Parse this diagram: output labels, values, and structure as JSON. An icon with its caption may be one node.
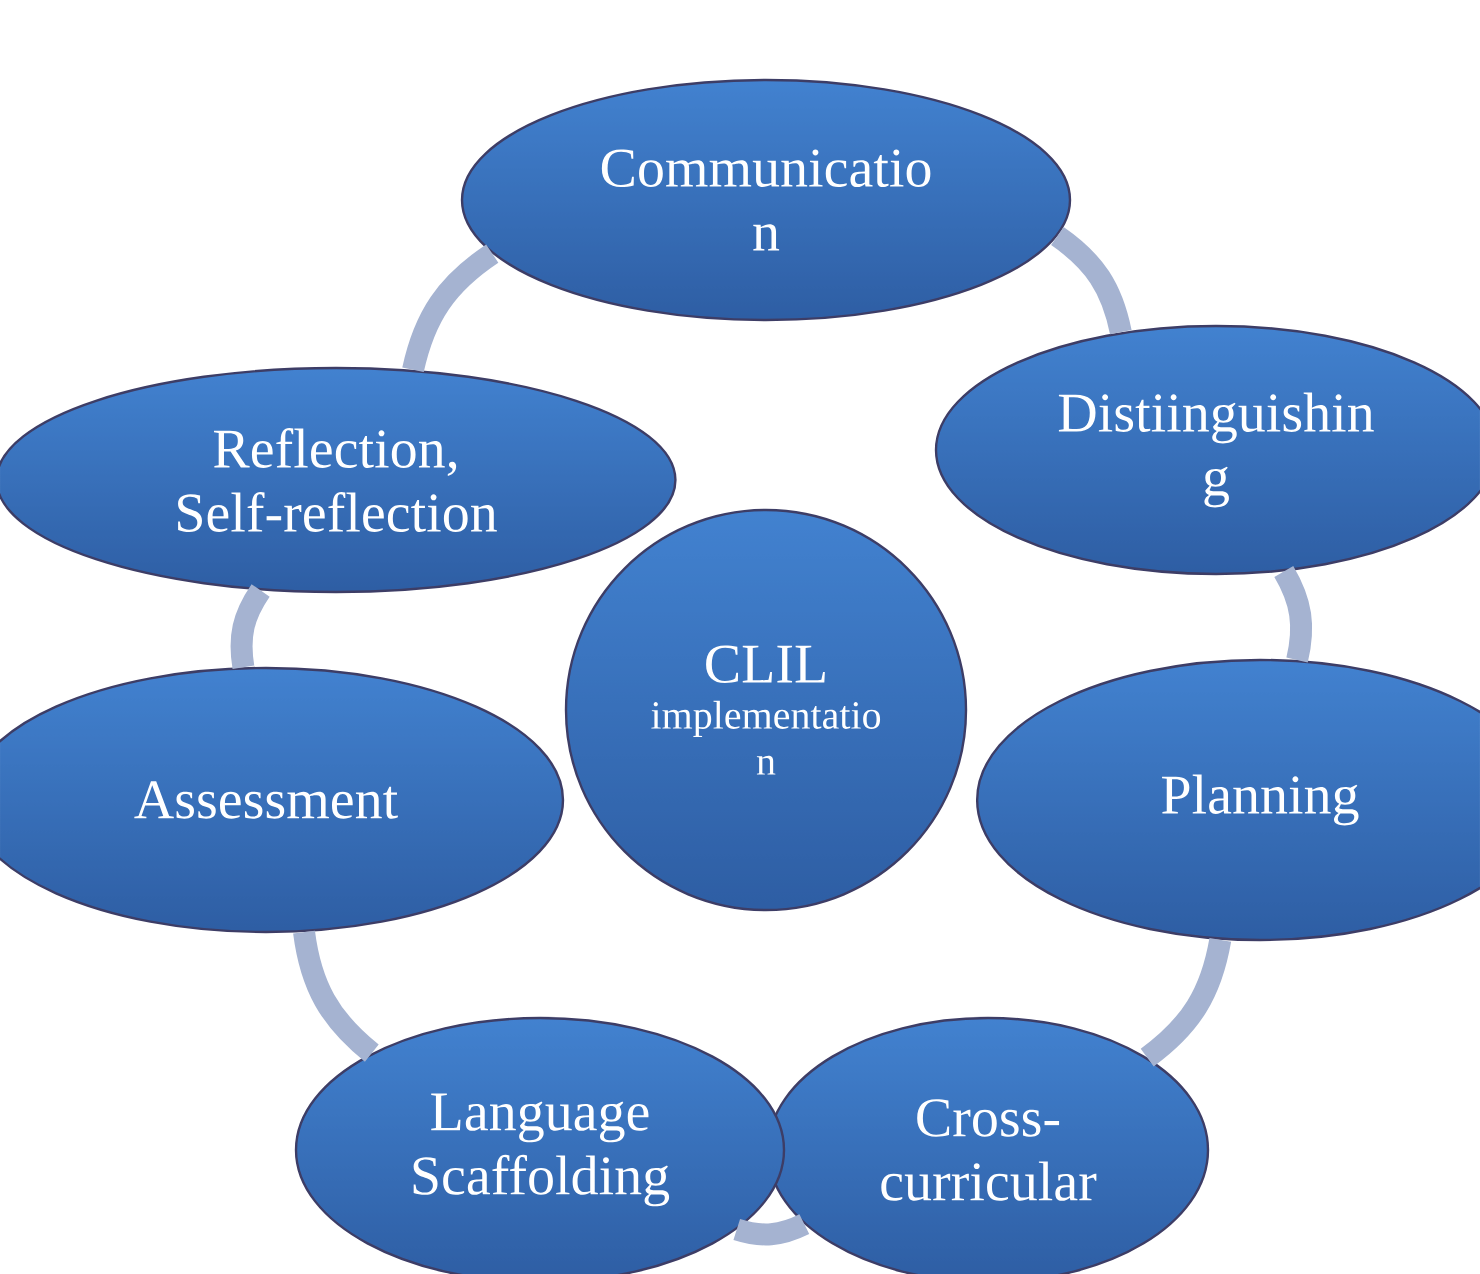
{
  "diagram": {
    "nodes": [
      {
        "text": [
          "CLIL",
          "implementatio n"
        ]
      },
      {
        "text": [
          "Communicatio n"
        ]
      },
      {
        "text": [
          "Distiinguishin g"
        ]
      },
      {
        "text": [
          "Planning"
        ]
      },
      {
        "text": [
          "Cross- curricular"
        ]
      },
      {
        "text": [
          "Language Scaffolding"
        ]
      },
      {
        "text": [
          "Assessment"
        ]
      },
      {
        "text": [
          "Reflection, Self-reflection"
        ]
      }
    ],
    "edges": [
      {
        "from": 1,
        "to": 2,
        "arrow": "none"
      },
      {
        "from": 2,
        "to": 3,
        "arrow": "none"
      },
      {
        "from": 3,
        "to": 4,
        "arrow": "none"
      },
      {
        "from": 4,
        "to": 5,
        "arrow": "none"
      },
      {
        "from": 5,
        "to": 6,
        "arrow": "none"
      },
      {
        "from": 6,
        "to": 7,
        "arrow": "none"
      },
      {
        "from": 7,
        "to": 1,
        "arrow": "none"
      }
    ]
  }
}
